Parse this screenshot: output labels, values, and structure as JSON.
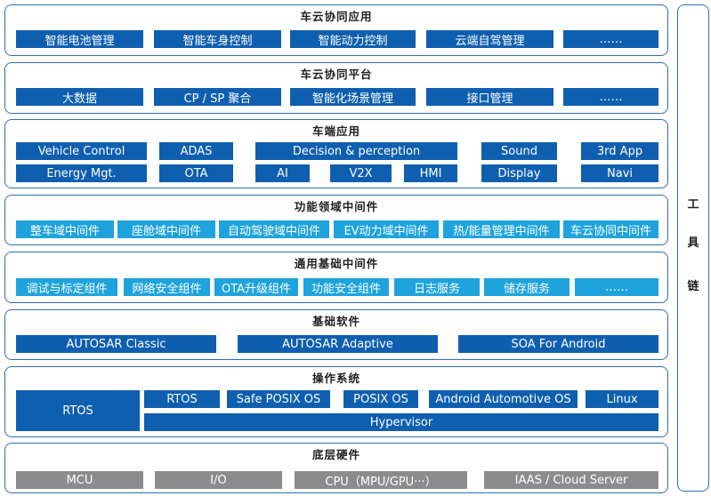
{
  "layers": {
    "app": {
      "title": "车云协同应用",
      "items": [
        "智能电池管理",
        "智能车身控制",
        "智能动力控制",
        "云端自驾管理",
        "……"
      ]
    },
    "platform": {
      "title": "车云协同平台",
      "items": [
        "大数据",
        "CP / SP 聚合",
        "智能化场景管理",
        "接口管理",
        "……"
      ]
    },
    "vehicle_app": {
      "title": "车端应用",
      "row1": [
        "Vehicle  Control",
        "ADAS",
        "Decision  &  perception",
        "Sound",
        "3rd  App"
      ],
      "row2": [
        "Energy  Mgt.",
        "OTA",
        "AI",
        "V2X",
        "HMI",
        "Display",
        "Navi"
      ]
    },
    "domain_mw": {
      "title": "功能领域中间件",
      "items": [
        "整车域中间件",
        "座舱域中间件",
        "自动驾驶域中间件",
        "EV动力域中间件",
        "热/能量管理中间件",
        "车云协同中间件"
      ]
    },
    "common_mw": {
      "title": "通用基础中间件",
      "items": [
        "调试与标定组件",
        "网络安全组件",
        "OTA升级组件",
        "功能安全组件",
        "日志服务",
        "储存服务",
        "……"
      ]
    },
    "base_sw": {
      "title": "基础软件",
      "items": [
        "AUTOSAR  Classic",
        "AUTOSAR  Adaptive",
        "SOA  For  Android"
      ]
    },
    "os": {
      "title": "操作系统",
      "left": "RTOS",
      "items": [
        "RTOS",
        "Safe  POSIX  OS",
        "POSIX  OS",
        "Android  Automotive  OS",
        "Linux"
      ],
      "hypervisor": "Hypervisor"
    },
    "hardware": {
      "title": "底层硬件",
      "items": [
        "MCU",
        "I/O",
        "CPU（MPU/GPU···）",
        "IAAS  /  Cloud  Server"
      ]
    }
  },
  "sidebar": {
    "chars": [
      "工",
      "具",
      "链"
    ]
  },
  "colors": {
    "dark_blue": "#0f5fb0",
    "light_blue": "#1ea3dc",
    "gray": "#8c8c8c",
    "border": "#2e6fae"
  }
}
